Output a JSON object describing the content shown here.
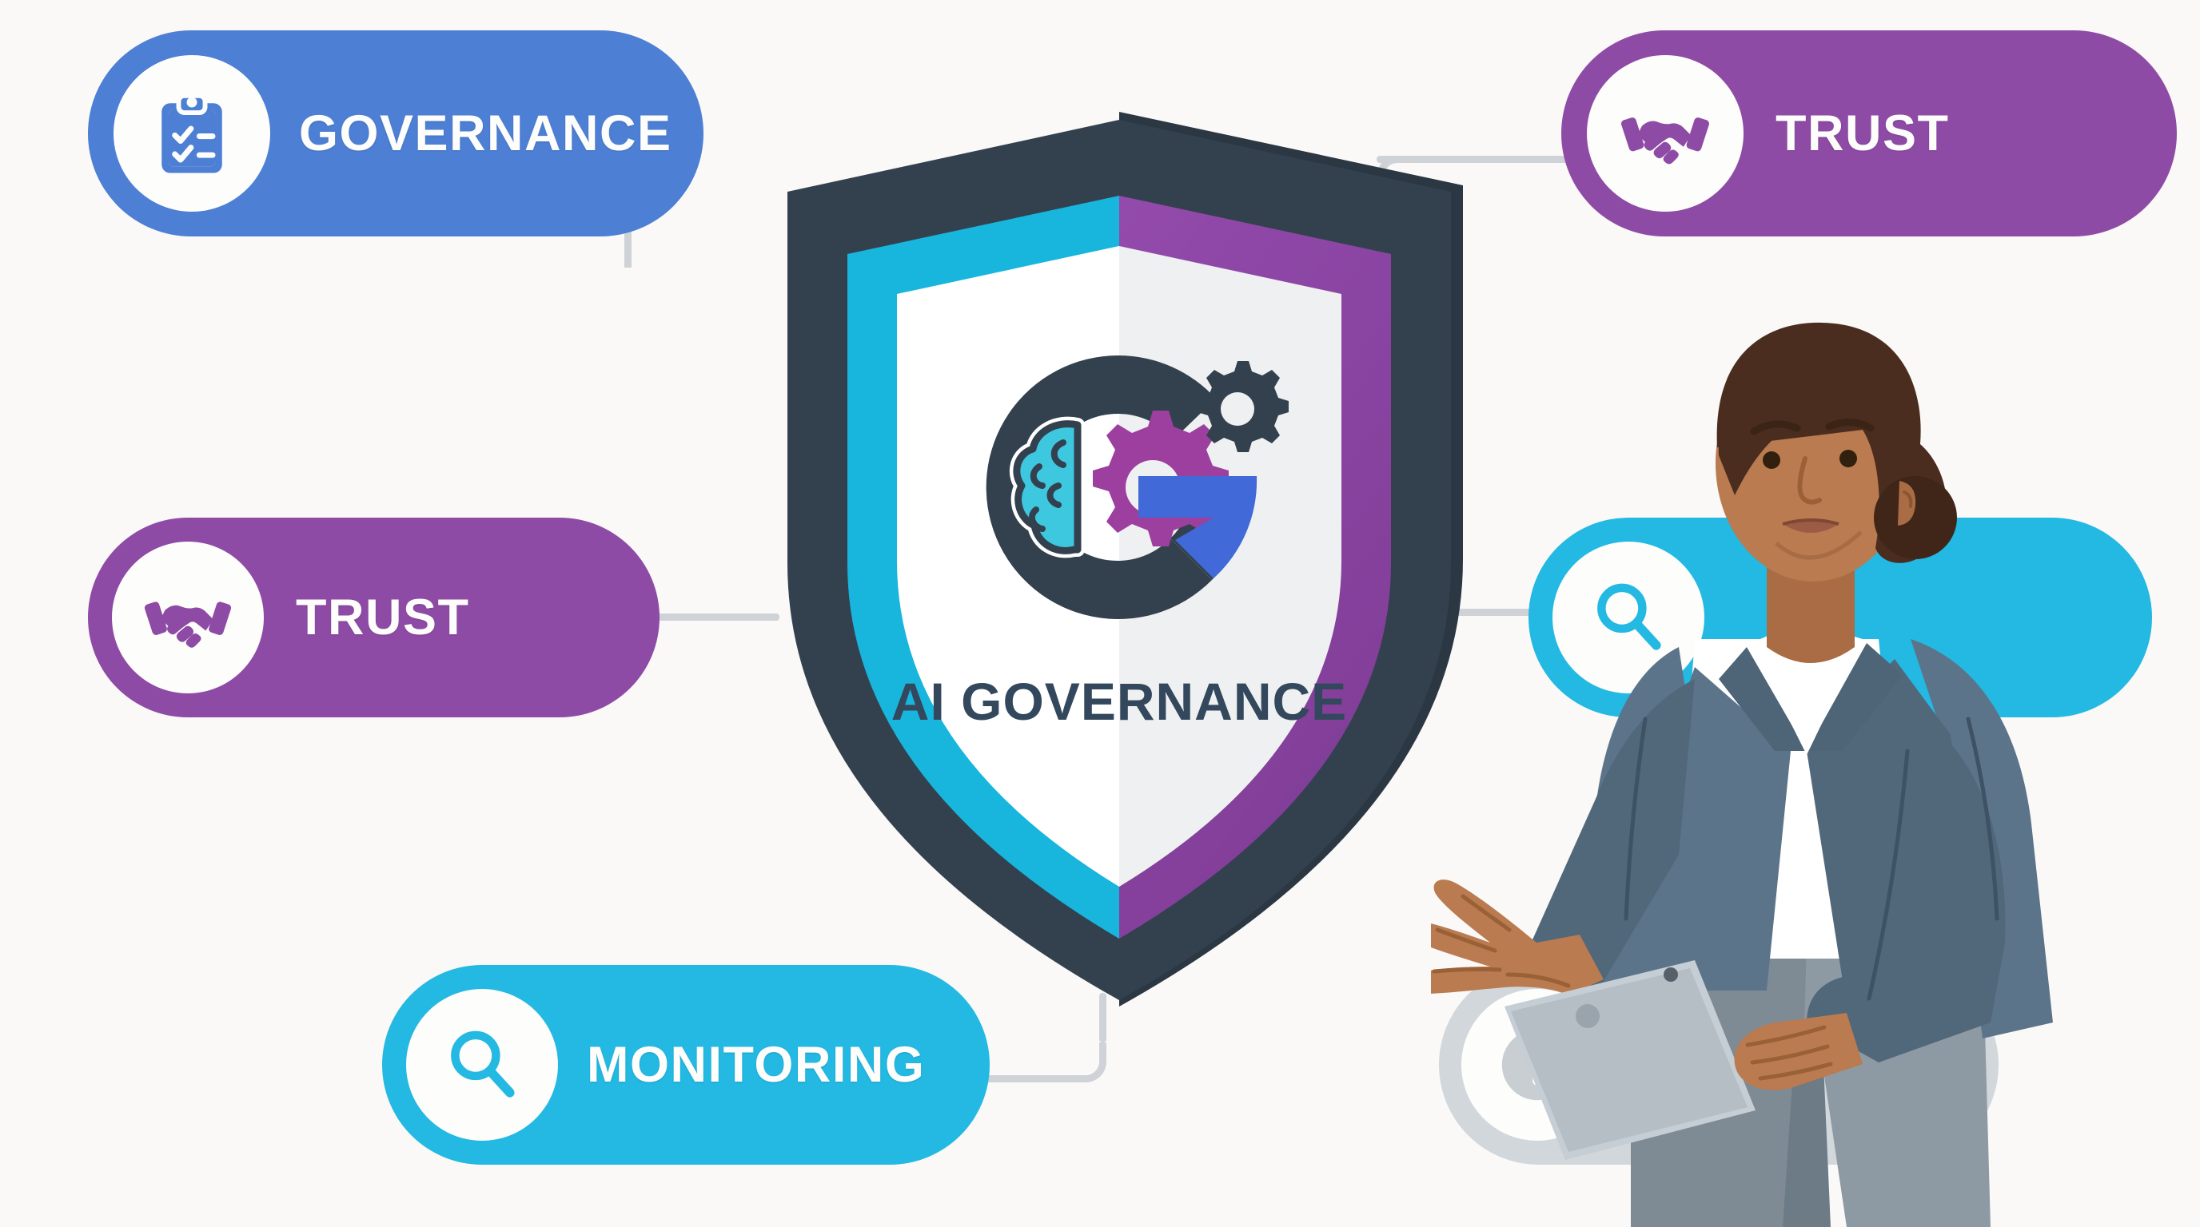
{
  "background_color": "#faf9f7",
  "connector_color": "#cfd3d7",
  "center": {
    "emblem_name": "ai-governance-shield",
    "title": "AI GOVERNANCE",
    "title_color": "#33485c",
    "shield_border_color": "#33414f",
    "shield_left_accent": "#18b5dd",
    "shield_right_accent": "#8e4ba6",
    "emblem_icons": [
      "brain-icon",
      "gear-icon",
      "letter-g-monogram"
    ],
    "brain_color": "#3ec8e0",
    "gear_purple_color": "#9c3f9e",
    "bar_blue_color": "#4169d8"
  },
  "pills": [
    {
      "id": "governance",
      "label": "GOVERNANCE",
      "color": "#4d7fd4",
      "icon": "clipboard-checklist-icon",
      "badge_color": "#fdfdfb",
      "has_label": true
    },
    {
      "id": "trust-top",
      "label": "TRUST",
      "color": "#8e4ba6",
      "icon": "handshake-icon",
      "badge_color": "#fdfdfb",
      "has_label": true
    },
    {
      "id": "trust-left",
      "label": "TRUST",
      "color": "#8e4ba6",
      "icon": "handshake-icon",
      "badge_color": "#fdfdfb",
      "has_label": true
    },
    {
      "id": "monitoring",
      "label": "MONITORING",
      "color": "#23b9e2",
      "icon": "magnifier-icon",
      "badge_color": "#fdfdfb",
      "has_label": true
    },
    {
      "id": "search-right",
      "label": "",
      "color": "#23b9e2",
      "icon": "magnifier-icon",
      "badge_color": "#fdfdfb",
      "has_label": false
    },
    {
      "id": "info-right",
      "label": "",
      "color": "#d2d7db",
      "icon": "info-icon",
      "badge_color": "#fdfdfb",
      "has_label": false
    }
  ],
  "person": {
    "name": "businesswoman-presenter",
    "skin_color": "#b97b4f",
    "hair_color": "#4a2d1e",
    "blazer_color": "#5c7489",
    "shirt_color": "#ffffff",
    "trousers_color": "#8e9aa3",
    "tablet_color": "#b6bec5",
    "gesture": "open-hand-presenting"
  }
}
